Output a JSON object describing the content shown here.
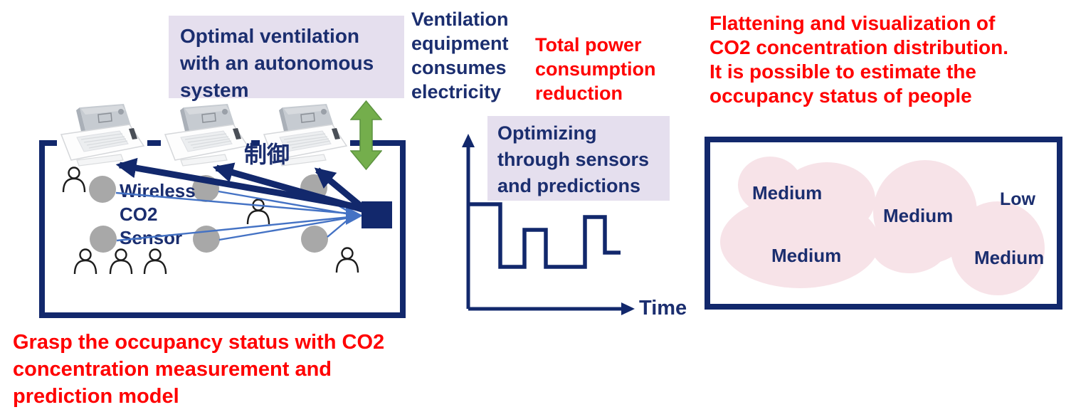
{
  "colors": {
    "navy_shapes": "#12286C",
    "navy_text": "#1B2E6F",
    "red_text": "#FF0000",
    "green_arrow": "#74AE4C",
    "lavender_callout": "#E5DFEE",
    "pink_region": "#F7E3E8",
    "gray_sensor_dot": "#A8A8A8",
    "light_blue_link": "#4472C4"
  },
  "left": {
    "callout_lines": [
      "Optimal ventilation",
      "with an autonomous",
      "system"
    ],
    "control_label": "制御",
    "sensor_lines": [
      "Wireless",
      "CO2",
      "Sensor"
    ],
    "caption_lines": [
      "Grasp the occupancy status with CO2",
      "concentration measurement and",
      "prediction model"
    ]
  },
  "middle": {
    "note_blue_lines": [
      "Ventilation",
      "equipment",
      "consumes",
      "electricity"
    ],
    "note_red_lines": [
      "Total power",
      "consumption",
      "reduction"
    ],
    "callout_lines": [
      "Optimizing",
      "through sensors",
      "and predictions"
    ],
    "time_label": "Time"
  },
  "right": {
    "heading_lines": [
      "Flattening and visualization of",
      "CO2 concentration distribution.",
      "It is possible to estimate the",
      "occupancy status of people"
    ],
    "labels": [
      {
        "text": "Medium"
      },
      {
        "text": "Medium"
      },
      {
        "text": "Low"
      },
      {
        "text": "Medium"
      },
      {
        "text": "Medium"
      }
    ]
  },
  "chart_data": {
    "type": "line",
    "title": "",
    "xlabel": "Time",
    "ylabel": "",
    "legend": "none",
    "grid": false,
    "note": "Schematic step chart of power consumption over time; no numeric ticks shown. Values are relative heights (0-1) of axis height.",
    "series": [
      {
        "name": "power-consumption-steps",
        "step_points_relative": [
          {
            "x": 0.0,
            "y": 0.6
          },
          {
            "x": 0.21,
            "y": 0.6
          },
          {
            "x": 0.21,
            "y": 0.24
          },
          {
            "x": 0.37,
            "y": 0.24
          },
          {
            "x": 0.37,
            "y": 0.45
          },
          {
            "x": 0.51,
            "y": 0.45
          },
          {
            "x": 0.51,
            "y": 0.24
          },
          {
            "x": 0.76,
            "y": 0.24
          },
          {
            "x": 0.76,
            "y": 0.53
          },
          {
            "x": 0.89,
            "y": 0.53
          },
          {
            "x": 0.89,
            "y": 0.32
          },
          {
            "x": 1.0,
            "y": 0.32
          }
        ]
      }
    ]
  }
}
